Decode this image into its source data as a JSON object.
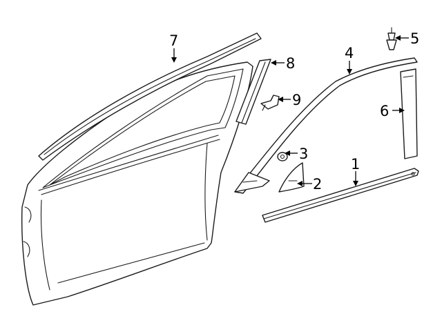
{
  "callouts": [
    {
      "id": "1",
      "label": "1"
    },
    {
      "id": "2",
      "label": "2"
    },
    {
      "id": "3",
      "label": "3"
    },
    {
      "id": "4",
      "label": "4"
    },
    {
      "id": "5",
      "label": "5"
    },
    {
      "id": "6",
      "label": "6"
    },
    {
      "id": "7",
      "label": "7"
    },
    {
      "id": "8",
      "label": "8"
    },
    {
      "id": "9",
      "label": "9"
    }
  ],
  "colors": {
    "ink": "#1a1a1a",
    "background": "#ffffff"
  }
}
